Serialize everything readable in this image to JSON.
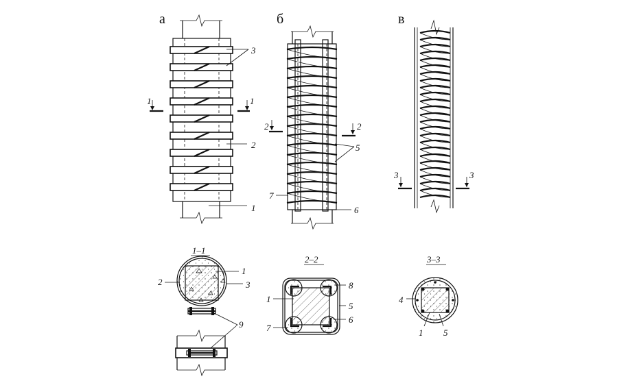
{
  "panels": {
    "a": "а",
    "b": "б",
    "v": "в"
  },
  "sections": {
    "s1": "1–1",
    "s2": "2–2",
    "s3": "3–3"
  },
  "callouts": {
    "n1": "1",
    "n2": "2",
    "n3": "3",
    "n4": "4",
    "n5": "5",
    "n6": "6",
    "n7": "7",
    "n8": "8",
    "n9": "9"
  },
  "cut_marks": {
    "c1": "1",
    "c2": "2",
    "c3": "3"
  }
}
